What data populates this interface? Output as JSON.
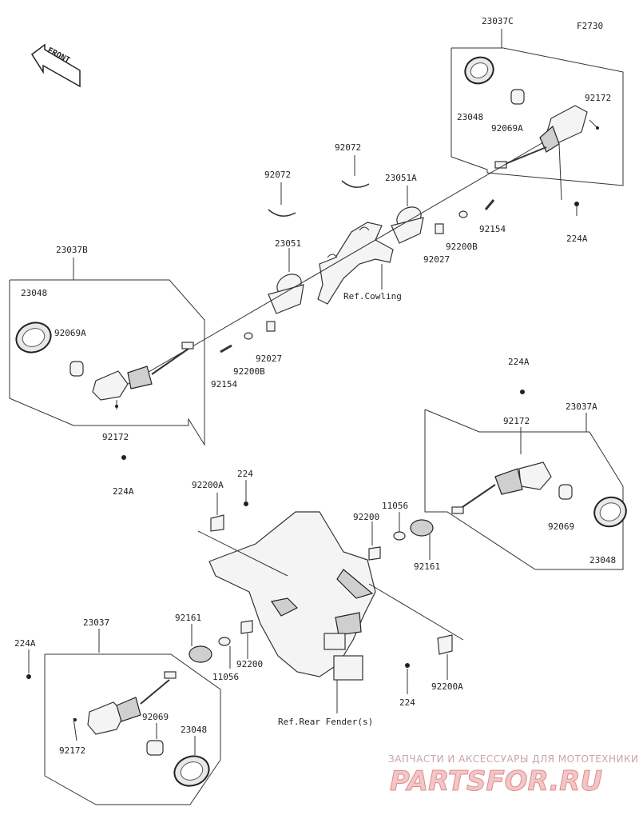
{
  "diagram": {
    "figure_code": "F2730",
    "front_label": "FRONT",
    "labels": {
      "l_23037C": "23037C",
      "l_92172_c": "92172",
      "l_23048_c": "23048",
      "l_92069A_c": "92069A",
      "l_224A_c": "224A",
      "l_92072_a": "92072",
      "l_92072_b": "92072",
      "l_23051A": "23051A",
      "l_92154_r": "92154",
      "l_92200B_r": "92200B",
      "l_92027_r": "92027",
      "l_23051": "23051",
      "l_ref_cowling": "Ref.Cowling",
      "l_23037B": "23037B",
      "l_23048_b": "23048",
      "l_92069A_b": "92069A",
      "l_92027_l": "92027",
      "l_92200B_l": "92200B",
      "l_92154_l": "92154",
      "l_92172_b": "92172",
      "l_224A_b": "224A",
      "l_224A_a_top": "224A",
      "l_23037A": "23037A",
      "l_92172_a": "92172",
      "l_92069_a": "92069",
      "l_23048_a": "23048",
      "l_92200A_top": "92200A",
      "l_224_top": "224",
      "l_92200_r": "92200",
      "l_11056_r": "11056",
      "l_92161_r": "92161",
      "l_23037": "23037",
      "l_224A_d": "224A",
      "l_92161_l": "92161",
      "l_92200_l": "92200",
      "l_11056_l": "11056",
      "l_92200A_bot": "92200A",
      "l_224_bot": "224",
      "l_ref_rear_fender": "Ref.Rear Fender(s)",
      "l_92069_d": "92069",
      "l_23048_d": "23048",
      "l_92172_d": "92172"
    }
  },
  "watermark": {
    "tagline": "ЗАПЧАСТИ И АКСЕССУАРЫ ДЛЯ МОТОТЕХНИКИ",
    "brand": "PARTSFOR.RU"
  }
}
